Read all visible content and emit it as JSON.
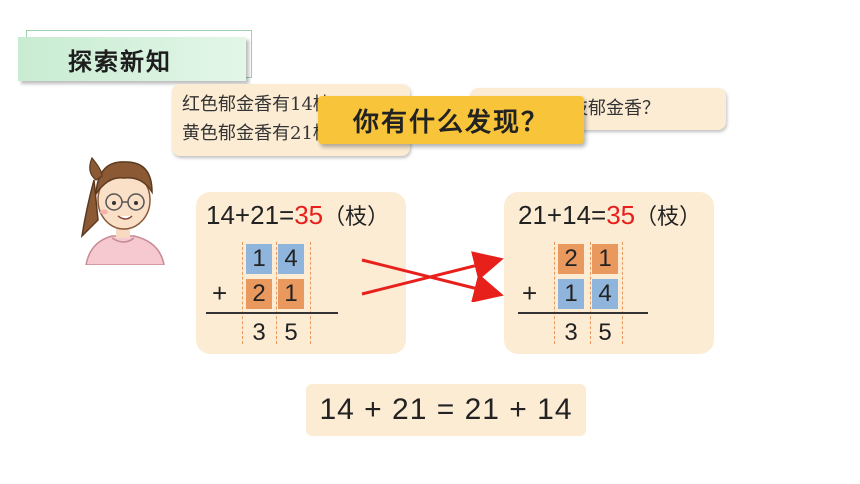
{
  "section_title": "探索新知",
  "bubble_left": {
    "line1": "红色郁金香有14枝",
    "line2": "黄色郁金香有21枝"
  },
  "bubble_right": "一共有多少枝郁金香？",
  "question": "你有什么发现？",
  "left_card": {
    "eq_prefix": "14+21=",
    "eq_result": "35",
    "eq_unit": "（枝）",
    "row1": [
      "1",
      "4"
    ],
    "row2": [
      "2",
      "1"
    ],
    "result": [
      "3",
      "5"
    ],
    "plus": "+"
  },
  "right_card": {
    "eq_prefix": "21+14=",
    "eq_result": "35",
    "eq_unit": "（枝）",
    "row1": [
      "2",
      "1"
    ],
    "row2": [
      "1",
      "4"
    ],
    "result": [
      "3",
      "5"
    ],
    "plus": "+"
  },
  "conclusion": "14 + 21 = 21 + 14",
  "colors": {
    "highlight_blue": "#8fb5dc",
    "highlight_orange": "#e9985e",
    "result_red": "#e8201c",
    "card_bg": "#fcecd4",
    "question_bg": "#f8c53a"
  }
}
